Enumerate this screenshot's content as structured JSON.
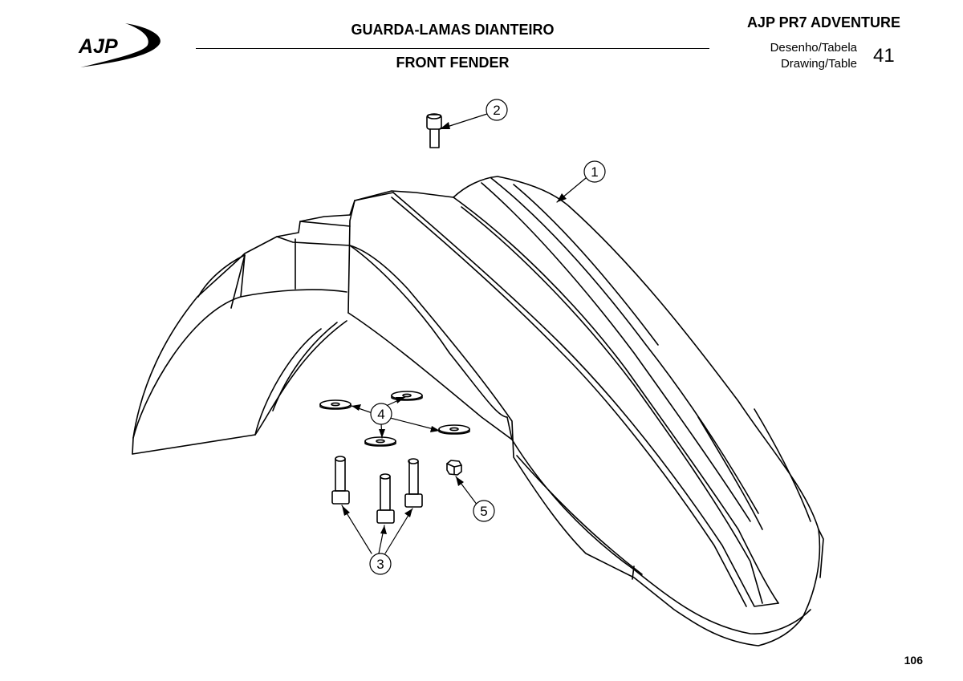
{
  "header": {
    "logo_text": "AJP",
    "title_pt": "GUARDA-LAMAS DIANTEIRO",
    "title_en": "FRONT FENDER",
    "model": "AJP PR7 ADVENTURE",
    "drawing_label_pt": "Desenho/Tabela",
    "drawing_label_en": "Drawing/Table",
    "drawing_number": "41"
  },
  "footer": {
    "page_number": "106"
  },
  "callouts": {
    "fender": "1",
    "top_bolt": "2",
    "lower_bolts": "3",
    "washers": "4",
    "nut": "5"
  }
}
